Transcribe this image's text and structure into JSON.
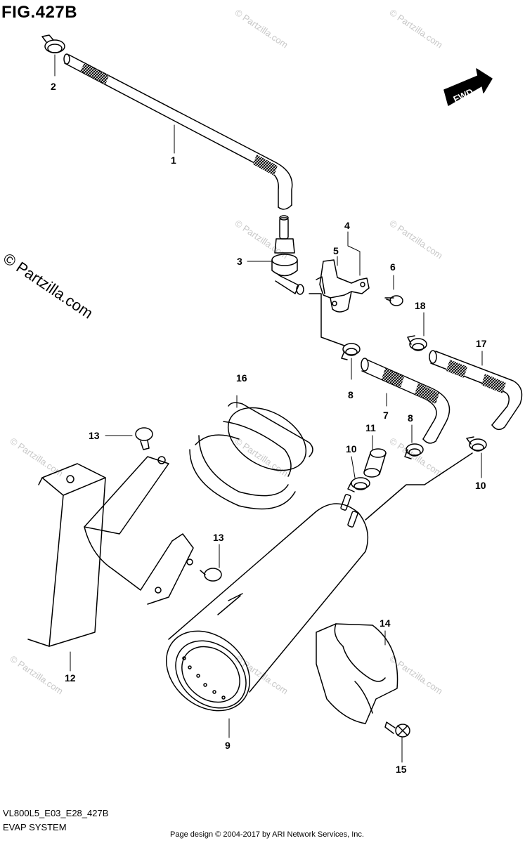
{
  "figure": {
    "title": "FIG.427B",
    "code": "VL800L5_E03_E28_427B",
    "system": "EVAP SYSTEM",
    "copyright": "Page design © 2004-2017 by ARI Network Services, Inc.",
    "watermark_main": "© Partzilla.com",
    "watermark_faint": "© Partzilla.com",
    "fwd_label": "FWD"
  },
  "callouts": {
    "c1": "1",
    "c2": "2",
    "c3": "3",
    "c4": "4",
    "c5": "5",
    "c6": "6",
    "c7": "7",
    "c8a": "8",
    "c8b": "8",
    "c9": "9",
    "c10a": "10",
    "c10b": "10",
    "c11": "11",
    "c12": "12",
    "c13a": "13",
    "c13b": "13",
    "c14": "14",
    "c15": "15",
    "c16": "16",
    "c17": "17",
    "c18": "18"
  }
}
